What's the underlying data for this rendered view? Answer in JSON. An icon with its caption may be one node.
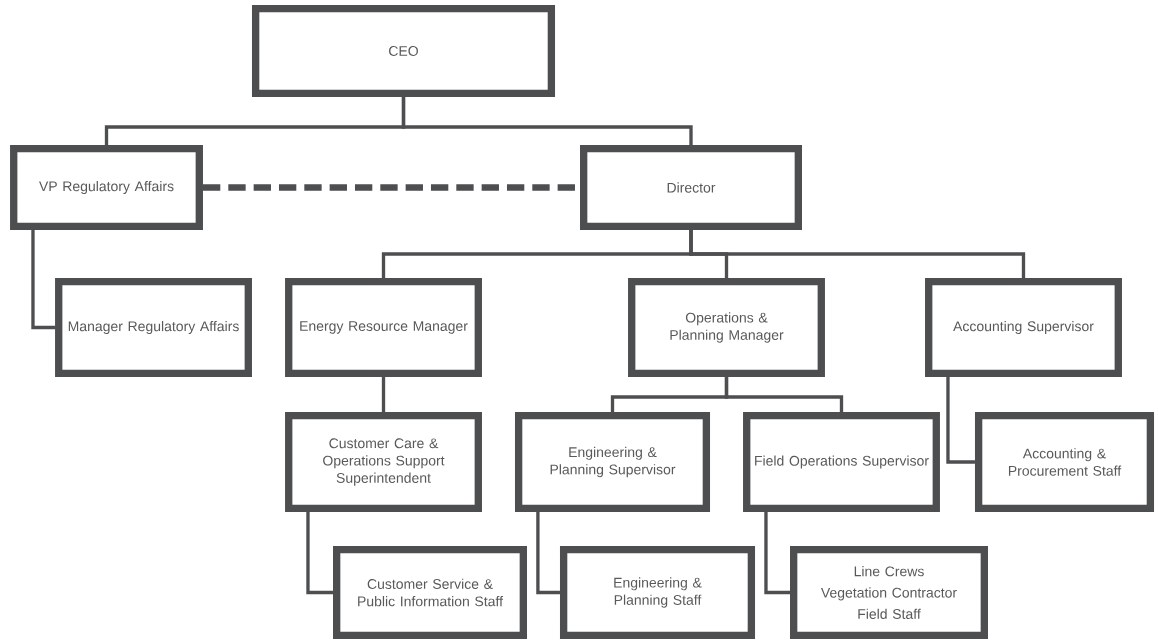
{
  "diagram": {
    "nodes": [
      {
        "text": [
          "CEO"
        ]
      },
      {
        "text": [
          "VP Regulatory Affairs"
        ]
      },
      {
        "text": [
          "Director"
        ]
      },
      {
        "text": [
          "Manager Regulatory Affairs"
        ]
      },
      {
        "text": [
          "Energy Resource Manager"
        ]
      },
      {
        "text": [
          "Operations & Planning Manager"
        ]
      },
      {
        "text": [
          "Accounting Supervisor"
        ]
      },
      {
        "text": [
          "Customer Care & Operations Support Superintendent"
        ]
      },
      {
        "text": [
          "Engineering & Planning Supervisor"
        ]
      },
      {
        "text": [
          "Field Operations Supervisor"
        ]
      },
      {
        "text": [
          "Accounting & Procurement Staff"
        ]
      },
      {
        "text": [
          "Customer Service & Public Information Staff"
        ]
      },
      {
        "text": [
          "Engineering & Planning Staff"
        ]
      },
      {
        "text": [
          "Line Crews",
          "Vegetation Contractor",
          "Field Staff"
        ]
      }
    ],
    "edges": [
      {
        "from": 0,
        "to": 1,
        "arrow": "none"
      },
      {
        "from": 0,
        "to": 2,
        "arrow": "none"
      },
      {
        "from": 1,
        "to": 2,
        "arrow": "none",
        "style": "dashed"
      },
      {
        "from": 1,
        "to": 3,
        "arrow": "none"
      },
      {
        "from": 2,
        "to": 4,
        "arrow": "none"
      },
      {
        "from": 2,
        "to": 5,
        "arrow": "none"
      },
      {
        "from": 2,
        "to": 6,
        "arrow": "none"
      },
      {
        "from": 4,
        "to": 7,
        "arrow": "none"
      },
      {
        "from": 5,
        "to": 8,
        "arrow": "none"
      },
      {
        "from": 5,
        "to": 9,
        "arrow": "none"
      },
      {
        "from": 6,
        "to": 10,
        "arrow": "none"
      },
      {
        "from": 7,
        "to": 11,
        "arrow": "none"
      },
      {
        "from": 8,
        "to": 12,
        "arrow": "none"
      },
      {
        "from": 9,
        "to": 13,
        "arrow": "none"
      }
    ]
  }
}
